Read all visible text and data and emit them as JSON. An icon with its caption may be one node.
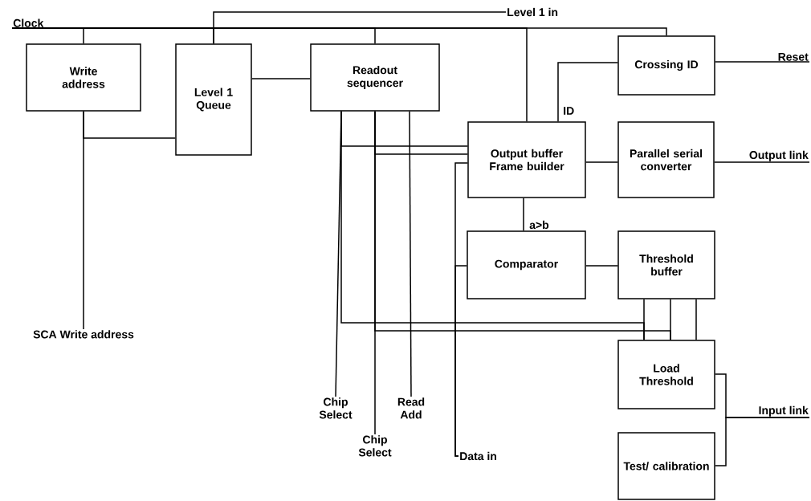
{
  "diagram": {
    "nodes": [
      {
        "text": [
          "Write address"
        ]
      },
      {
        "text": [
          "Level 1 Queue"
        ]
      },
      {
        "text": [
          "Readout sequencer"
        ]
      },
      {
        "text": [
          "Crossing ID"
        ]
      },
      {
        "text": [
          "Output buffer Frame builder"
        ]
      },
      {
        "text": [
          "Parallel serial converter"
        ]
      },
      {
        "text": [
          "Comparator"
        ]
      },
      {
        "text": [
          "Threshold buffer"
        ]
      },
      {
        "text": [
          "Load Threshold"
        ]
      },
      {
        "text": [
          "Test/ calibration"
        ]
      },
      {
        "text": [
          "Clock"
        ]
      },
      {
        "text": [
          "Level 1 in"
        ]
      },
      {
        "text": [
          "Reset"
        ]
      },
      {
        "text": [
          "Output link"
        ]
      },
      {
        "text": [
          "Input link"
        ]
      },
      {
        "text": [
          "SCA Write address"
        ]
      },
      {
        "text": [
          "Chip Select"
        ]
      },
      {
        "text": [
          "Chip Select"
        ]
      },
      {
        "text": [
          "Read Add"
        ]
      },
      {
        "text": [
          "Data in"
        ]
      }
    ],
    "edges": [
      {
        "from": 10,
        "to": 0,
        "arrow": "none"
      },
      {
        "from": 10,
        "to": 1,
        "arrow": "none"
      },
      {
        "from": 10,
        "to": 2,
        "arrow": "none"
      },
      {
        "from": 10,
        "to": 4,
        "arrow": "none"
      },
      {
        "from": 10,
        "to": 3,
        "arrow": "none"
      },
      {
        "from": 11,
        "to": 1,
        "arrow": "none"
      },
      {
        "from": 0,
        "to": 1,
        "arrow": "none"
      },
      {
        "from": 0,
        "to": 15,
        "arrow": "none"
      },
      {
        "from": 1,
        "to": 2,
        "arrow": "none"
      },
      {
        "from": 2,
        "to": 16,
        "arrow": "none"
      },
      {
        "from": 2,
        "to": 17,
        "arrow": "none"
      },
      {
        "from": 2,
        "to": 18,
        "arrow": "none"
      },
      {
        "from": 2,
        "to": 4,
        "arrow": "none"
      },
      {
        "from": 2,
        "to": 4,
        "arrow": "none"
      },
      {
        "from": 2,
        "to": 8,
        "arrow": "none"
      },
      {
        "from": 2,
        "to": 8,
        "arrow": "none"
      },
      {
        "from": 7,
        "to": 8,
        "arrow": "none"
      },
      {
        "from": 7,
        "to": 8,
        "arrow": "none"
      },
      {
        "from": 7,
        "to": 8,
        "arrow": "none"
      },
      {
        "from": 19,
        "to": 4,
        "arrow": "none"
      },
      {
        "from": 19,
        "to": 6,
        "arrow": "none"
      },
      {
        "from": 4,
        "to": 3,
        "arrow": "none",
        "label": "ID"
      },
      {
        "from": 4,
        "to": 5,
        "arrow": "none"
      },
      {
        "from": 4,
        "to": 6,
        "arrow": "none",
        "label": "a>b"
      },
      {
        "from": 3,
        "to": 12,
        "arrow": "none"
      },
      {
        "from": 5,
        "to": 13,
        "arrow": "none"
      },
      {
        "from": 6,
        "to": 7,
        "arrow": "none"
      },
      {
        "from": 8,
        "to": 14,
        "arrow": "none"
      },
      {
        "from": 9,
        "to": 14,
        "arrow": "none"
      }
    ]
  }
}
